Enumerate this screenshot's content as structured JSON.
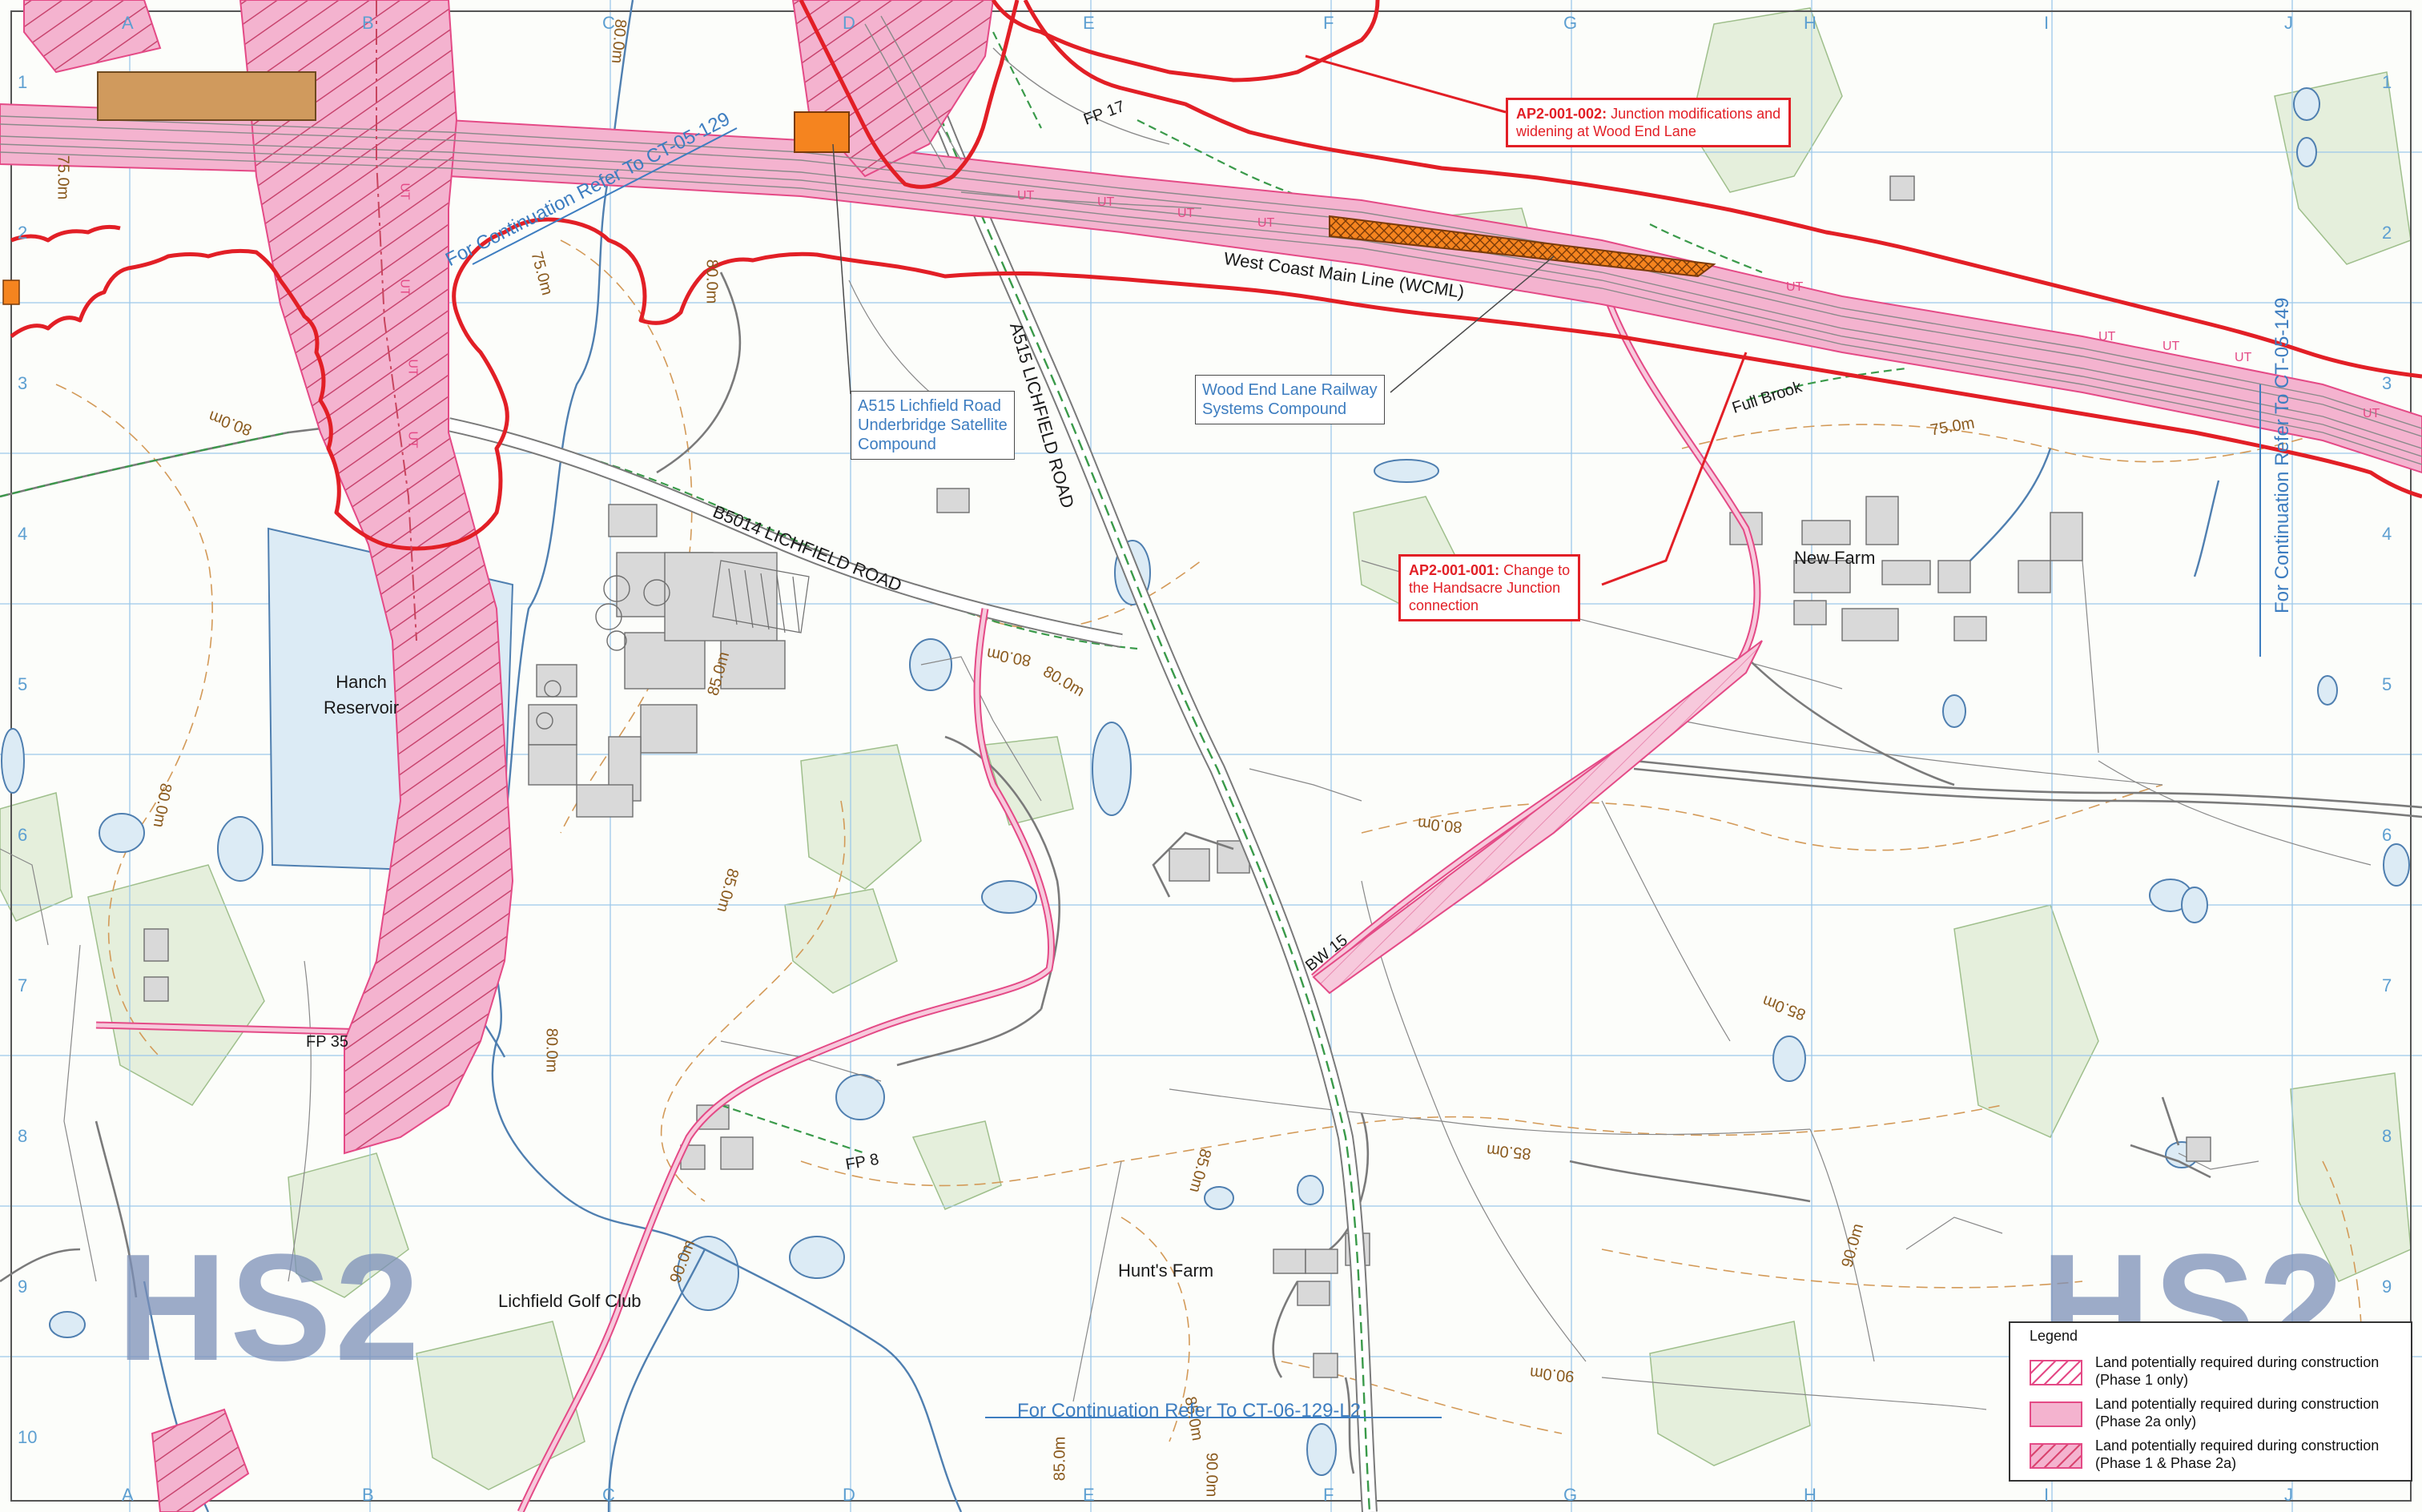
{
  "map": {
    "grid_columns": [
      "A",
      "B",
      "C",
      "D",
      "E",
      "F",
      "G",
      "H",
      "I",
      "J"
    ],
    "grid_rows": [
      "1",
      "2",
      "3",
      "4",
      "5",
      "6",
      "7",
      "8",
      "9",
      "10"
    ],
    "place_labels": {
      "hanch_reservoir": "Hanch\nReservoir",
      "new_farm": "New Farm",
      "huntsfarm": "Hunt's Farm",
      "lichfield_golf_club": "Lichfield Golf Club"
    },
    "road_labels": {
      "wcml": "West Coast Main Line (WCML)",
      "b5014": "B5014 LICHFIELD ROAD",
      "a515": "A515 LICHFIELD ROAD",
      "full_brook": "Full Brook",
      "fp17": "FP 17",
      "fp35": "FP 35",
      "fp8": "FP 8",
      "bw15": "BW 15"
    },
    "ut_label": "UT",
    "contour_labels": [
      "75.0m",
      "75.0m",
      "80.0m",
      "80.0m",
      "80.0m",
      "80.0m",
      "80.0m",
      "80.0m",
      "80.0m",
      "85.0m",
      "85.0m",
      "85.0m",
      "85.0m",
      "85.0m",
      "85.0m",
      "90.0m",
      "90.0m",
      "90.0m",
      "90.0m",
      "75.0m",
      "80.0m",
      "85.0m"
    ],
    "compound_notes": {
      "a515_satellite": "A515 Lichfield Road\nUnderbridge Satellite\nCompound",
      "wood_end_lane": "Wood End Lane Railway\nSystems Compound"
    },
    "callouts": {
      "ap2_002": {
        "code": "AP2-001-002:",
        "text": " Junction modifications and\nwidening at Wood End Lane"
      },
      "ap2_001": {
        "code": "AP2-001-001:",
        "text": " Change to\nthe Handsacre Junction\nconnection"
      }
    },
    "continuation_notes": {
      "top_left": "For Continuation Refer To CT-05-129",
      "right": "For Continuation Refer To CT-05-149",
      "bottom": "For Continuation Refer To CT-06-129-L2"
    },
    "watermark": "HS2"
  },
  "legend": {
    "title": "Legend",
    "items": [
      {
        "label": "Land potentially required during construction (Phase 1 only)",
        "style": "hatch"
      },
      {
        "label": "Land potentially required during construction (Phase 2a only)",
        "style": "solid"
      },
      {
        "label": "Land potentially required during construction (Phase 1 & Phase 2a)",
        "style": "both"
      }
    ]
  },
  "colors": {
    "phase_red": "#e21f26",
    "phase_pink": "#f4b3cf",
    "phase_pink_line": "#e44a86",
    "compound_orange": "#f5841f",
    "water": "#dcebf5",
    "woodland": "#e5efdc",
    "grid_blue": "#5d9fd1"
  }
}
